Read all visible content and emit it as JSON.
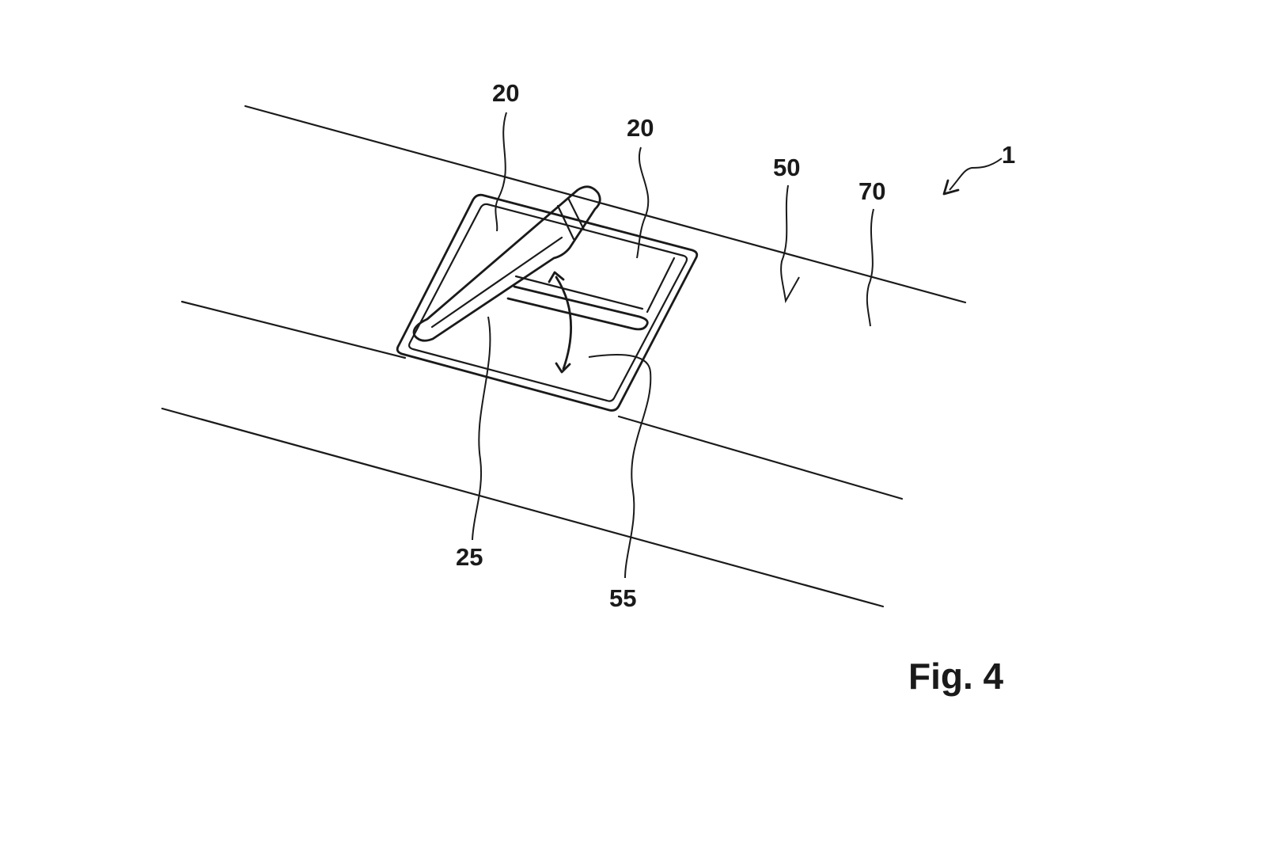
{
  "figure": {
    "caption": "Fig. 4",
    "reference_numerals": {
      "assembly": "1",
      "handle_upper_left": "20",
      "handle_upper_right": "20",
      "pivot_bar": "25",
      "surface": "50",
      "recess": "55",
      "panel": "70"
    }
  }
}
